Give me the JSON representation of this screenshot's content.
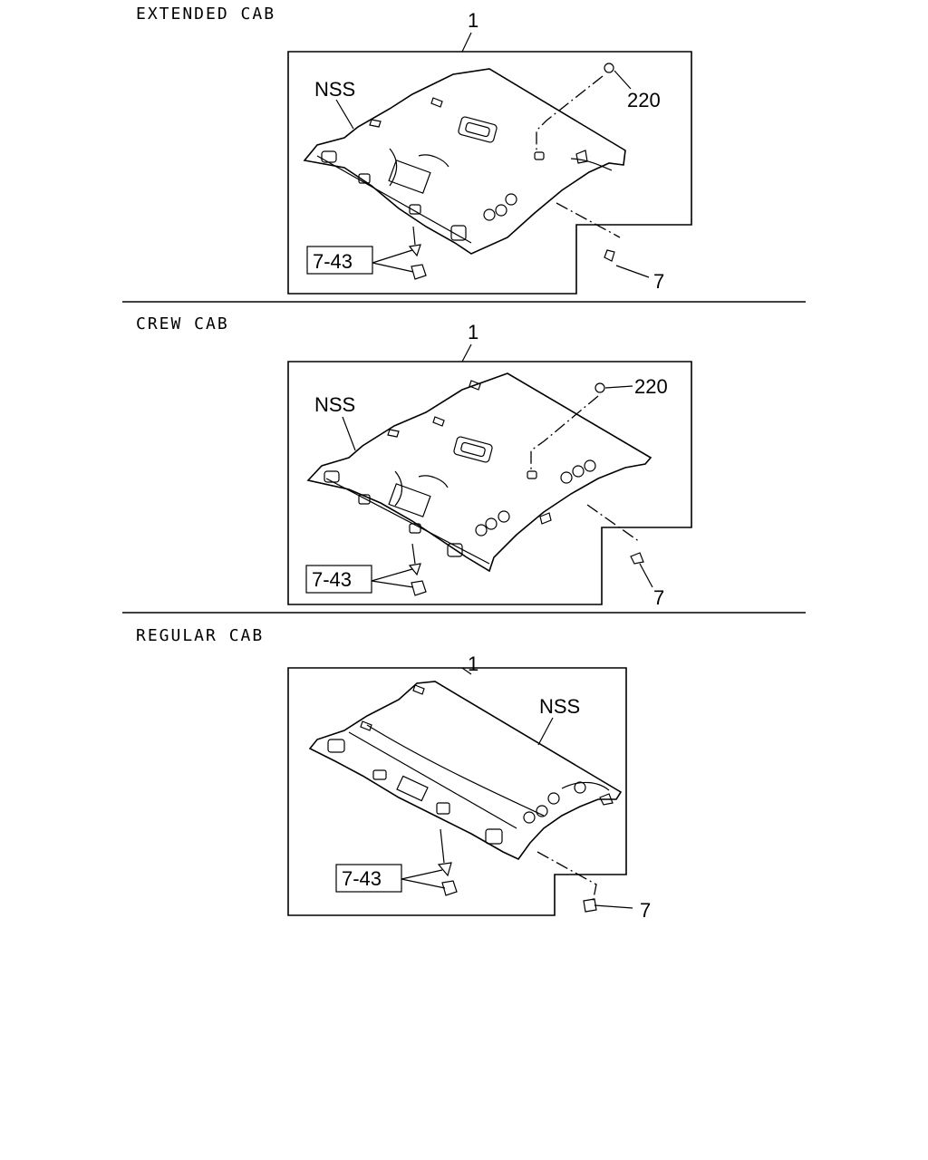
{
  "sections": [
    {
      "title": "EXTENDED CAB",
      "part_number": "1",
      "callouts": {
        "nss": "NSS",
        "clip": "220",
        "screw": "7",
        "ref": "7-43"
      }
    },
    {
      "title": "CREW CAB",
      "part_number": "1",
      "callouts": {
        "nss": "NSS",
        "clip": "220",
        "screw": "7",
        "ref": "7-43"
      }
    },
    {
      "title": "REGULAR CAB",
      "part_number": "1",
      "callouts": {
        "nss": "NSS",
        "screw": "7",
        "ref": "7-43"
      }
    }
  ]
}
